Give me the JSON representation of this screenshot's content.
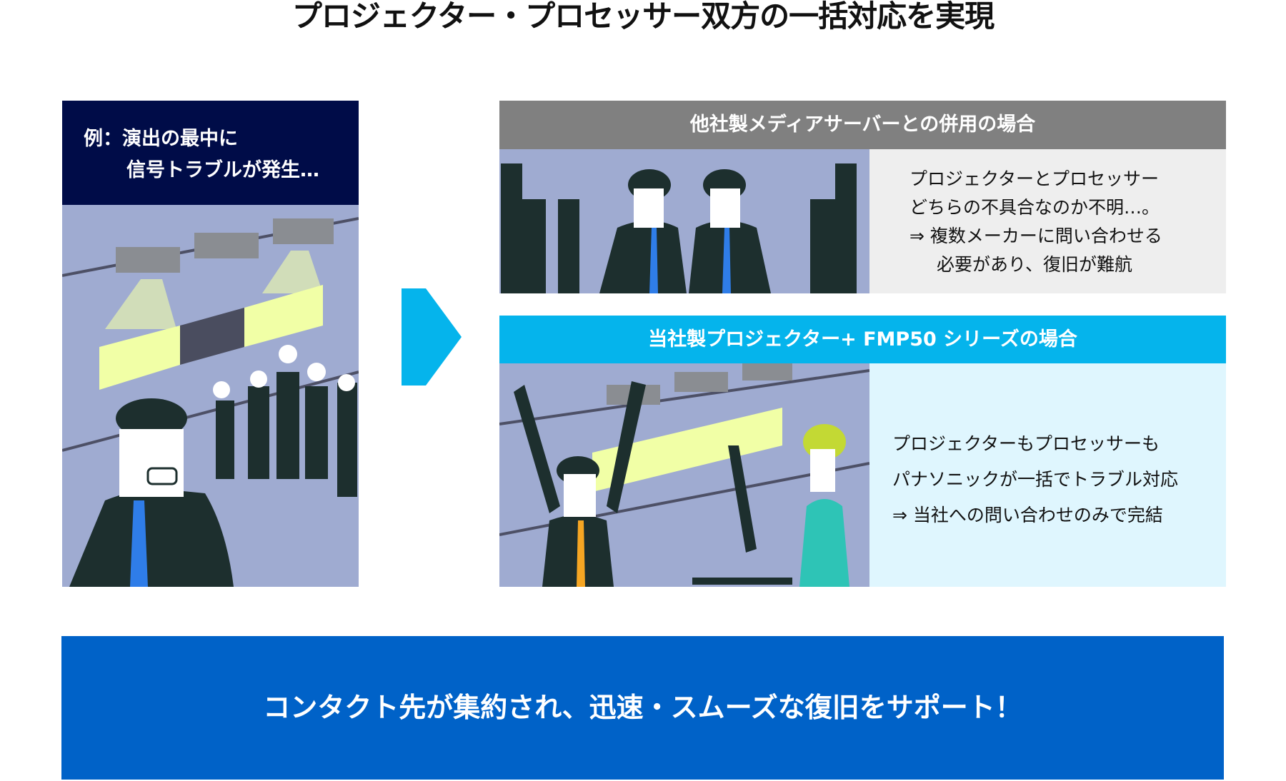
{
  "title": "プロジェクター・プロセッサー双方の一括対応を実現",
  "left_panel": {
    "line1": "例：演出の最中に",
    "line2": "信号トラブルが発生…"
  },
  "case_other": {
    "header": "他社製メディアサーバーとの併用の場合",
    "lines": [
      "プロジェクターとプロセッサー",
      "どちらの不具合なのか不明…。",
      "⇒ 複数メーカーに問い合わせる",
      "必要があり、復旧が難航"
    ]
  },
  "case_ours": {
    "header": "当社製プロジェクター+ FMP50 シリーズの場合",
    "lines": [
      "プロジェクターもプロセッサーも",
      "パナソニックが一括でトラブル対応",
      "⇒ 当社への問い合わせのみで完結"
    ]
  },
  "banner": "コンタクト先が集約され、迅速・スムーズな復旧をサポート！",
  "colors": {
    "navy": "#000c48",
    "gray": "#808080",
    "cyan": "#05b4ec",
    "blue": "#0062c8",
    "illustration_bg": "#9fabd1"
  }
}
